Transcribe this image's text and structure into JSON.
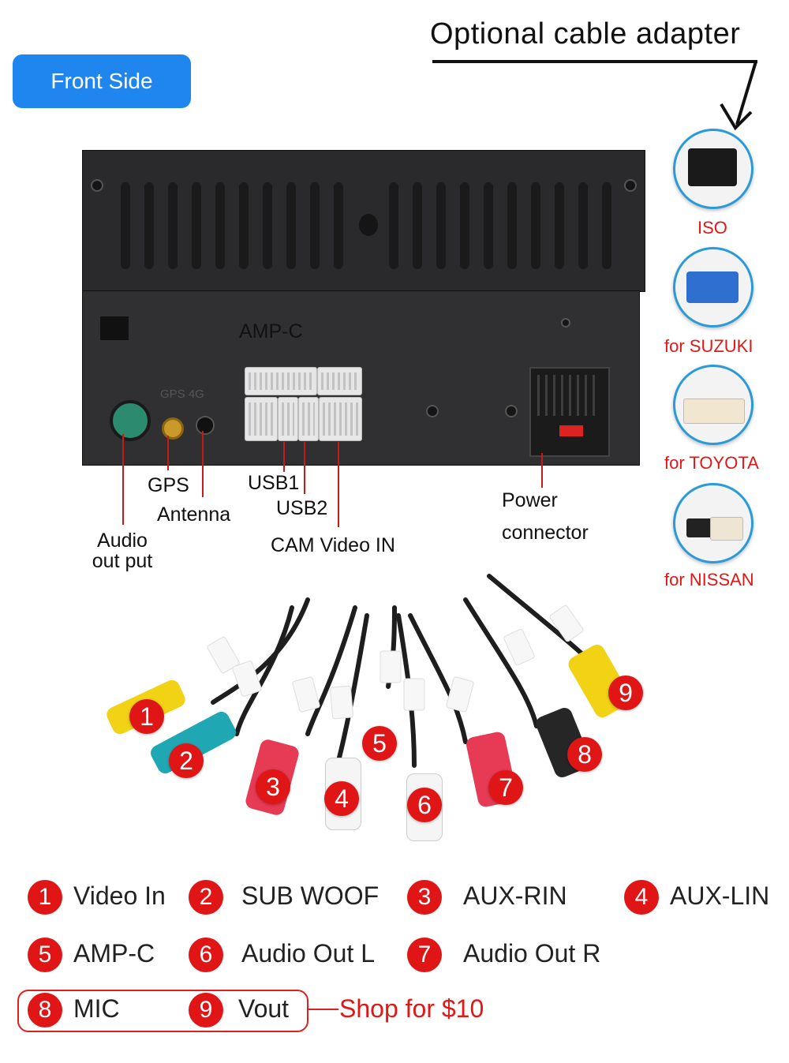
{
  "header": {
    "front_side": "Front Side",
    "optional_adapter": "Optional cable adapter"
  },
  "unit_labels": {
    "amp_c": "AMP-C",
    "gps": "GPS",
    "antenna": "Antenna",
    "audio_out": "Audio\nout put",
    "usb1": "USB1",
    "usb2": "USB2",
    "cam": "CAM Video IN",
    "power": "Power",
    "connector": "connector",
    "silk": "GPS 4G"
  },
  "adapters": [
    {
      "name": "ISO"
    },
    {
      "name": "for SUZUKI"
    },
    {
      "name": "for TOYOTA"
    },
    {
      "name": "for NISSAN"
    }
  ],
  "cable_numbers": [
    "1",
    "2",
    "3",
    "4",
    "5",
    "6",
    "7",
    "8",
    "9"
  ],
  "legend": [
    {
      "num": "1",
      "label": "Video In"
    },
    {
      "num": "2",
      "label": "SUB WOOF"
    },
    {
      "num": "3",
      "label": "AUX-RIN"
    },
    {
      "num": "4",
      "label": "AUX-LIN"
    },
    {
      "num": "5",
      "label": "AMP-C"
    },
    {
      "num": "6",
      "label": "Audio Out L"
    },
    {
      "num": "7",
      "label": "Audio Out R"
    },
    {
      "num": "8",
      "label": "MIC"
    },
    {
      "num": "9",
      "label": "Vout"
    }
  ],
  "shop": "Shop for $10",
  "colors": {
    "accent_blue": "#1f86f0",
    "red": "#e01515",
    "adapter_ring": "#2a9ad8"
  }
}
